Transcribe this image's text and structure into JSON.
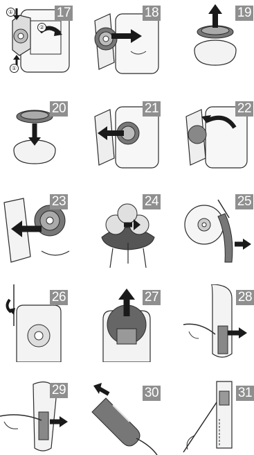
{
  "steps": [
    {
      "number": "17",
      "markers": [
        "①",
        "②",
        "①"
      ]
    },
    {
      "number": "18"
    },
    {
      "number": "19"
    },
    {
      "number": "20"
    },
    {
      "number": "21"
    },
    {
      "number": "22"
    },
    {
      "number": "23"
    },
    {
      "number": "24"
    },
    {
      "number": "25"
    },
    {
      "number": "26"
    },
    {
      "number": "27"
    },
    {
      "number": "28"
    },
    {
      "number": "29"
    },
    {
      "number": "30"
    },
    {
      "number": "31"
    }
  ],
  "colors": {
    "badge": "#8f8f8f",
    "line": "#2a2a2a",
    "arrow": "#1a1a1a",
    "fill_dark": "#5a5a5a",
    "fill_mid": "#9a9a9a",
    "fill_light": "#e6e6e6"
  }
}
